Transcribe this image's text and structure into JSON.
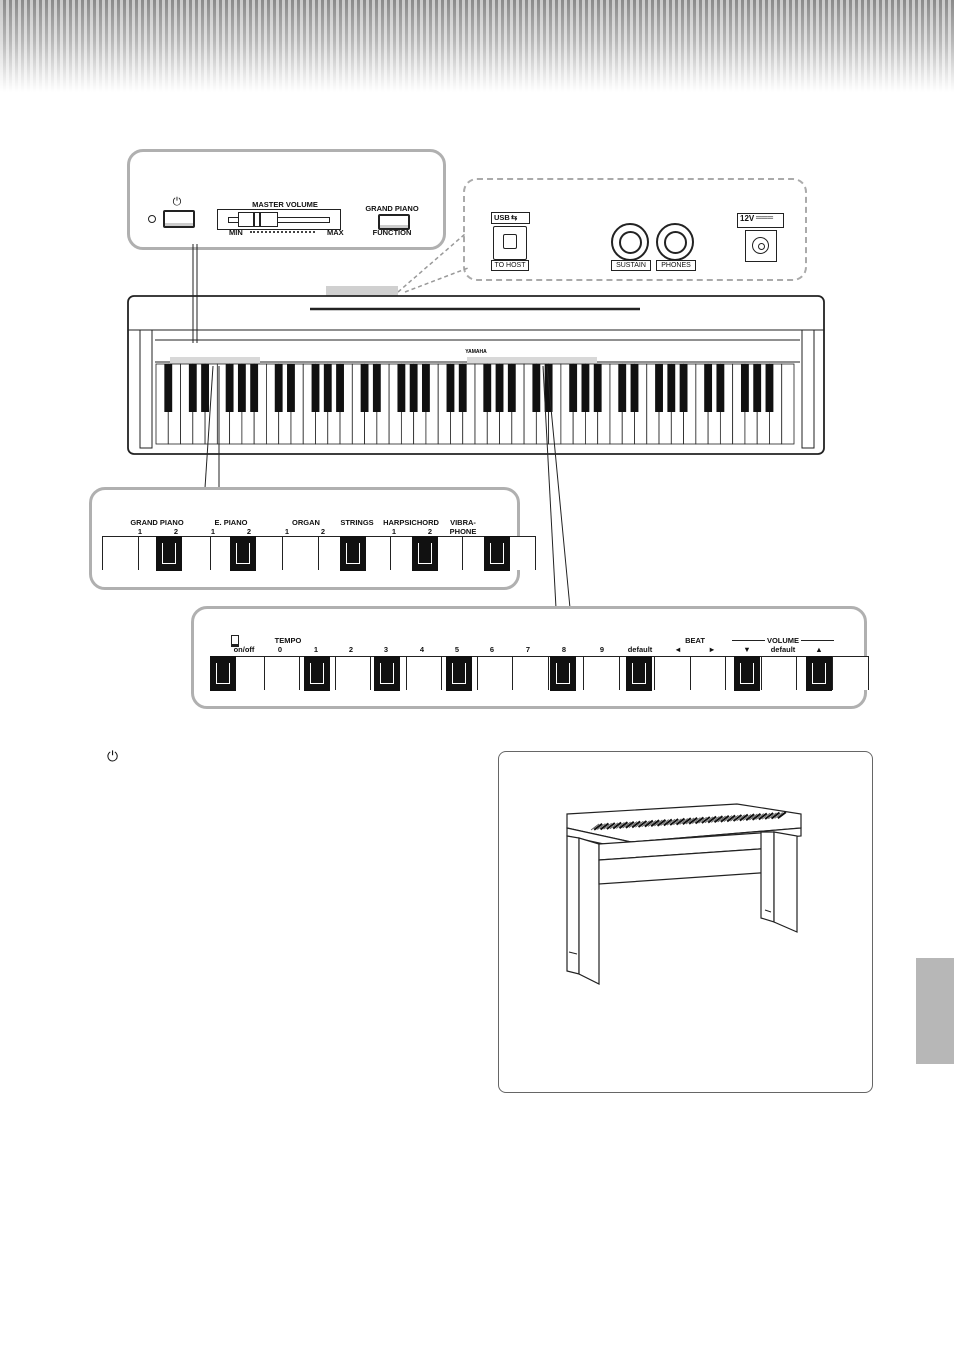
{
  "top_panel": {
    "power_symbol": "⏻",
    "master_volume": "MASTER VOLUME",
    "min": "MIN",
    "max": "MAX",
    "grand_piano": "GRAND PIANO",
    "function": "FUNCTION"
  },
  "rear_panel": {
    "usb": "USB",
    "to_host": "TO HOST",
    "sustain": "SUSTAIN",
    "phones": "PHONES",
    "dc_in": "12V"
  },
  "voice_panel": {
    "grand_piano": "GRAND PIANO",
    "e_piano": "E. PIANO",
    "organ": "ORGAN",
    "strings": "STRINGS",
    "harpsichord": "HARPSICHORD",
    "vibraphone_1": "VIBRA-",
    "vibraphone_2": "PHONE",
    "n1a": "1",
    "n2a": "2",
    "n1b": "1",
    "n2b": "2",
    "n1c": "1",
    "n2c": "2",
    "n1d": "1",
    "n2d": "2"
  },
  "function_panel": {
    "metronome_onoff": "on/off",
    "tempo": "TEMPO",
    "digits": [
      "0",
      "1",
      "2",
      "3",
      "4",
      "5",
      "6",
      "7",
      "8",
      "9"
    ],
    "default_tempo": "default",
    "beat": "BEAT",
    "beat_left": "◄",
    "beat_right": "►",
    "volume": "VOLUME",
    "vol_down": "▼",
    "vol_default": "default",
    "vol_up": "▲"
  },
  "body": {
    "power_symbol": "⏻"
  },
  "colors": {
    "callout_border": "#b0b0b0",
    "side_tab": "#b7b7b7"
  },
  "icons": [
    "power-icon",
    "usb-icon",
    "dc-in-icon",
    "metronome-icon"
  ]
}
